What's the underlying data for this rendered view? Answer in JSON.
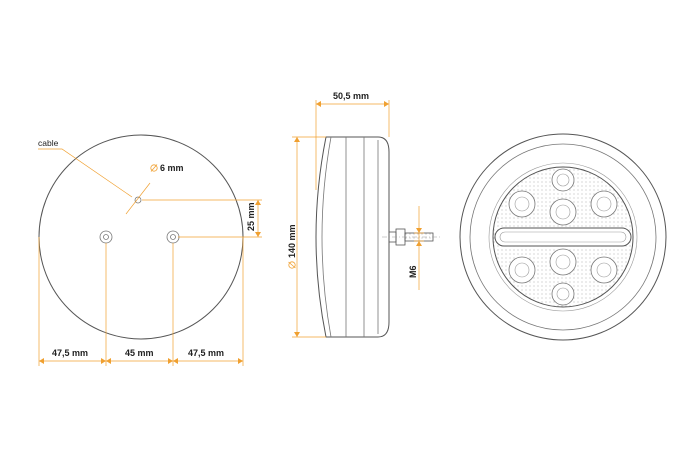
{
  "colors": {
    "outline": "#555555",
    "dimension": "#f0a030",
    "thin": "#999999",
    "text": "#222222"
  },
  "front_view": {
    "cable_label": "cable",
    "hole_dim": "6 mm",
    "vertical_dim": "25 mm",
    "dims_bottom": [
      "47,5 mm",
      "45 mm",
      "47,5 mm"
    ]
  },
  "side_view": {
    "depth_dim": "50,5 mm",
    "diameter_dim": "140 mm",
    "thread_label": "M6"
  },
  "lamp_view": {
    "led_count": 8
  }
}
